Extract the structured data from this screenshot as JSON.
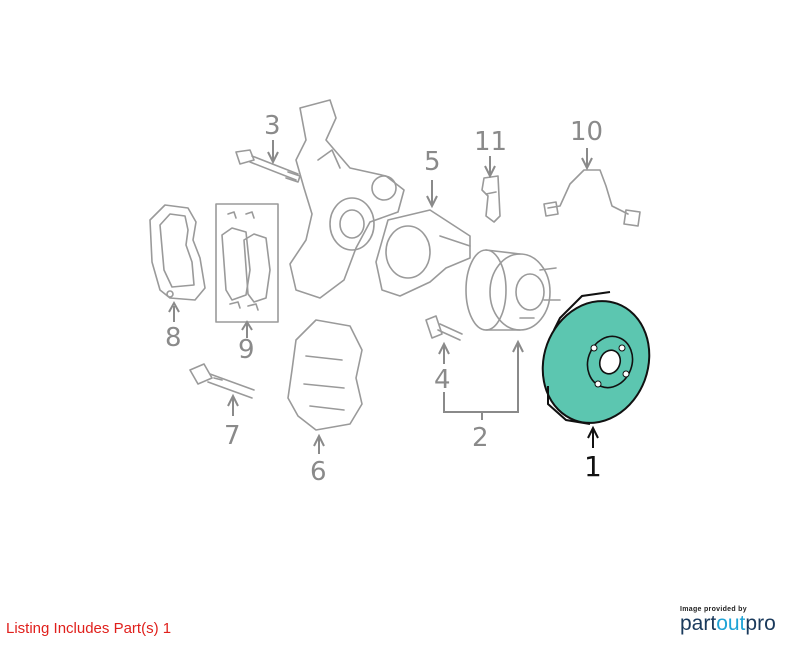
{
  "diagram": {
    "callouts": [
      "1",
      "2",
      "3",
      "4",
      "5",
      "6",
      "7",
      "8",
      "9",
      "10",
      "11"
    ],
    "highlight_color": "#5cc6b0",
    "part_color": "#9a9a9a"
  },
  "footer": {
    "listing_note": "Listing Includes Part(s) 1",
    "brand_caption": "Image provided by",
    "brand_part1": "part",
    "brand_part2": "out",
    "brand_part3": "pro"
  }
}
